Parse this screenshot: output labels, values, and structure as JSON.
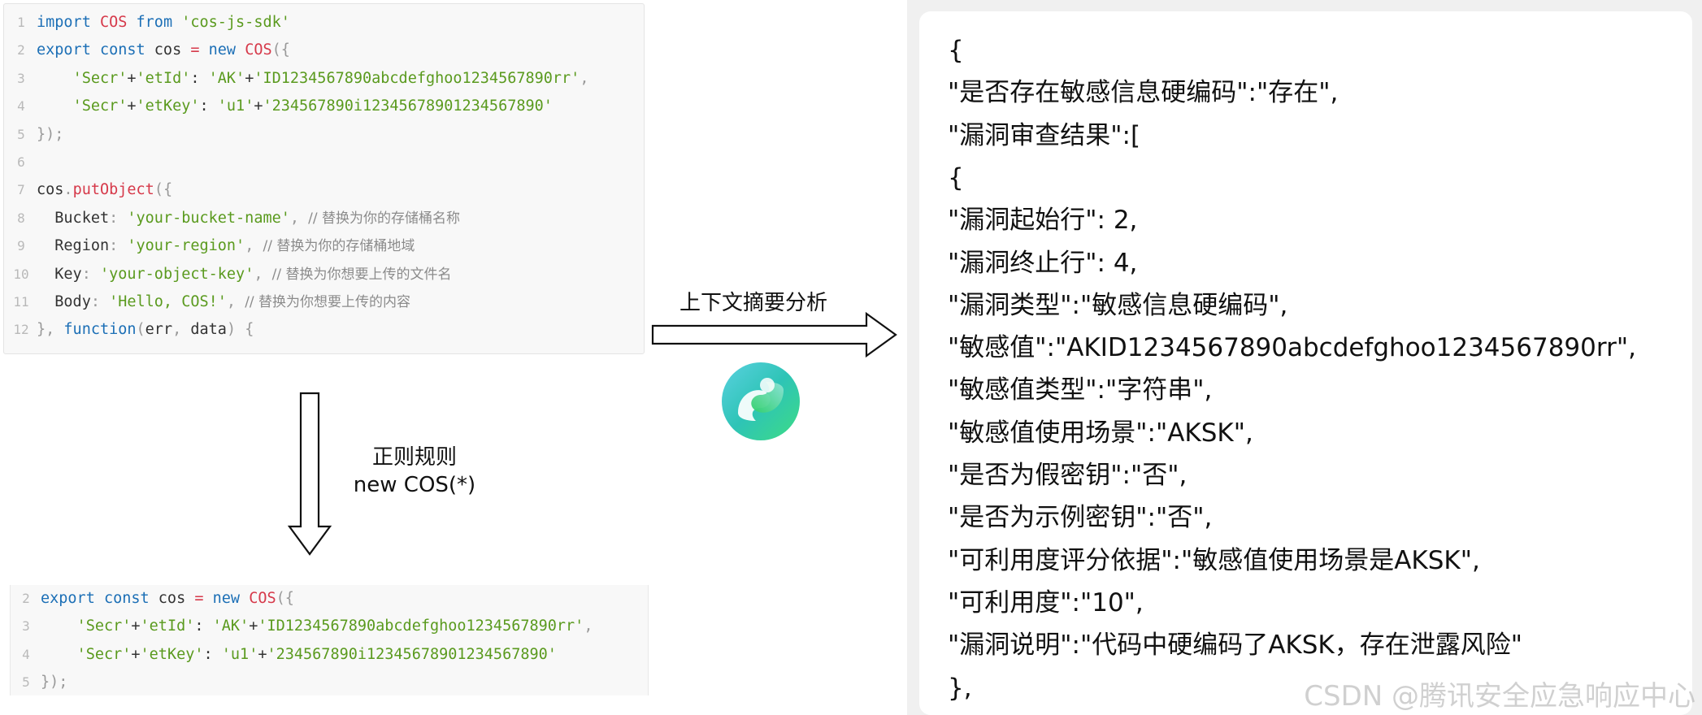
{
  "code_top": {
    "lines": [
      {
        "n": "1",
        "parts": [
          [
            "kw",
            "import "
          ],
          [
            "cls",
            "COS"
          ],
          [
            "kw",
            " from "
          ],
          [
            "str",
            "'cos-js-sdk'"
          ]
        ]
      },
      {
        "n": "2",
        "parts": [
          [
            "kw",
            "export const "
          ],
          [
            "",
            "cos "
          ],
          [
            "op",
            "= "
          ],
          [
            "kw",
            "new "
          ],
          [
            "cls",
            "COS"
          ],
          [
            "pn",
            "({"
          ]
        ]
      },
      {
        "n": "3",
        "parts": [
          [
            "",
            "    "
          ],
          [
            "str",
            "'Secr'"
          ],
          [
            "",
            "+"
          ],
          [
            "str",
            "'etId'"
          ],
          [
            "",
            ": "
          ],
          [
            "str",
            "'AK'"
          ],
          [
            "",
            "+"
          ],
          [
            "str",
            "'ID1234567890abcdefghoo1234567890rr'"
          ],
          [
            "pn",
            ","
          ]
        ]
      },
      {
        "n": "4",
        "parts": [
          [
            "",
            "    "
          ],
          [
            "str",
            "'Secr'"
          ],
          [
            "",
            "+"
          ],
          [
            "str",
            "'etKey'"
          ],
          [
            "",
            ": "
          ],
          [
            "str",
            "'u1'"
          ],
          [
            "",
            "+"
          ],
          [
            "str",
            "'234567890i12345678901234567890'"
          ]
        ]
      },
      {
        "n": "5",
        "parts": [
          [
            "pn",
            "});"
          ]
        ]
      },
      {
        "n": "6",
        "parts": []
      },
      {
        "n": "7",
        "parts": [
          [
            "",
            "cos"
          ],
          [
            "pn",
            "."
          ],
          [
            "fn",
            "putObject"
          ],
          [
            "pn",
            "({"
          ]
        ]
      },
      {
        "n": "8",
        "parts": [
          [
            "",
            "  Bucket"
          ],
          [
            "pn",
            ": "
          ],
          [
            "str",
            "'your-bucket-name'"
          ],
          [
            "pn",
            ", "
          ],
          [
            "cm",
            "// 替换为你的存储桶名称"
          ]
        ]
      },
      {
        "n": "9",
        "parts": [
          [
            "",
            "  Region"
          ],
          [
            "pn",
            ": "
          ],
          [
            "str",
            "'your-region'"
          ],
          [
            "pn",
            ", "
          ],
          [
            "cm",
            "// 替换为你的存储桶地域"
          ]
        ]
      },
      {
        "n": "10",
        "parts": [
          [
            "",
            "  Key"
          ],
          [
            "pn",
            ": "
          ],
          [
            "str",
            "'your-object-key'"
          ],
          [
            "pn",
            ", "
          ],
          [
            "cm",
            "// 替换为你想要上传的文件名"
          ]
        ]
      },
      {
        "n": "11",
        "parts": [
          [
            "",
            "  Body"
          ],
          [
            "pn",
            ": "
          ],
          [
            "str",
            "'Hello, COS!'"
          ],
          [
            "pn",
            ", "
          ],
          [
            "cm",
            "// 替换为你想要上传的内容"
          ]
        ]
      },
      {
        "n": "12",
        "parts": [
          [
            "pn",
            "}, "
          ],
          [
            "kw",
            "function"
          ],
          [
            "pn",
            "("
          ],
          [
            "",
            "err"
          ],
          [
            "pn",
            ", "
          ],
          [
            "",
            "data"
          ],
          [
            "pn",
            ") {"
          ]
        ]
      }
    ]
  },
  "code_bottom": {
    "lines": [
      {
        "n": "2",
        "parts": [
          [
            "kw",
            "export const "
          ],
          [
            "",
            "cos "
          ],
          [
            "op",
            "= "
          ],
          [
            "kw",
            "new "
          ],
          [
            "cls",
            "COS"
          ],
          [
            "pn",
            "({"
          ]
        ]
      },
      {
        "n": "3",
        "parts": [
          [
            "",
            "    "
          ],
          [
            "str",
            "'Secr'"
          ],
          [
            "",
            "+"
          ],
          [
            "str",
            "'etId'"
          ],
          [
            "",
            ": "
          ],
          [
            "str",
            "'AK'"
          ],
          [
            "",
            "+"
          ],
          [
            "str",
            "'ID1234567890abcdefghoo1234567890rr'"
          ],
          [
            "pn",
            ","
          ]
        ]
      },
      {
        "n": "4",
        "parts": [
          [
            "",
            "    "
          ],
          [
            "str",
            "'Secr'"
          ],
          [
            "",
            "+"
          ],
          [
            "str",
            "'etKey'"
          ],
          [
            "",
            ": "
          ],
          [
            "str",
            "'u1'"
          ],
          [
            "",
            "+"
          ],
          [
            "str",
            "'234567890i12345678901234567890'"
          ]
        ]
      },
      {
        "n": "5",
        "parts": [
          [
            "pn",
            "});"
          ]
        ]
      }
    ]
  },
  "arrow_right_label": "上下文摘要分析",
  "arrow_down_label_line1": "正则规则",
  "arrow_down_label_line2": "new COS(*)",
  "result_lines": [
    "{",
    "\"是否存在敏感信息硬编码\":\"存在\",",
    "\"漏洞审查结果\":[",
    "{",
    "\"漏洞起始行\": 2,",
    "\"漏洞终止行\": 4,",
    "\"漏洞类型\":\"敏感信息硬编码\",",
    "\"敏感值\":\"AKID1234567890abcdefghoo1234567890rr\",",
    "\"敏感值类型\":\"字符串\",",
    "\"敏感值使用场景\":\"AKSK\",",
    "\"是否为假密钥\":\"否\",",
    "\"是否为示例密钥\":\"否\",",
    "\"可利用度评分依据\":\"敏感值使用场景是AKSK\",",
    "\"可利用度\":\"10\",",
    "\"漏洞说明\":\"代码中硬编码了AKSK，存在泄露风险\"",
    "},"
  ],
  "watermark": "CSDN @腾讯安全应急响应中心",
  "colors": {
    "keyword": "#1c6fb6",
    "class": "#d6394a",
    "string": "#5a9a1e",
    "comment": "#8b8b8b",
    "logo_teal": "#2ec4b6",
    "logo_green": "#3ddc84"
  }
}
